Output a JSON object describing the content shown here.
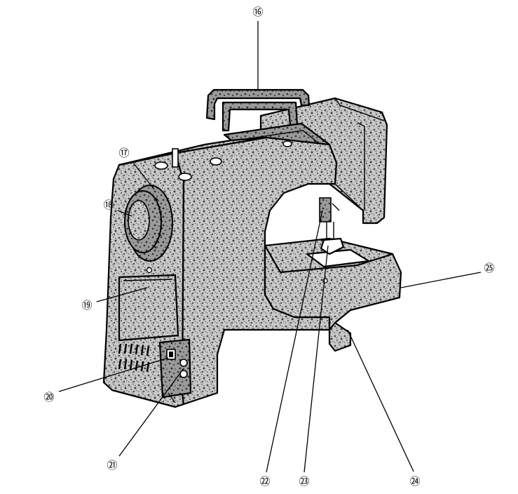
{
  "diagram": {
    "subject": "sewing-machine-rear-view",
    "colors": {
      "line": "#000000",
      "background": "#ffffff",
      "texture": "#5a5a5a"
    },
    "callouts": [
      {
        "id": "16",
        "label": "⑯"
      },
      {
        "id": "17",
        "label": "⑰"
      },
      {
        "id": "18",
        "label": "⑱"
      },
      {
        "id": "19",
        "label": "⑲"
      },
      {
        "id": "20",
        "label": "⑳"
      },
      {
        "id": "21",
        "label": "㉑"
      },
      {
        "id": "22",
        "label": "㉒"
      },
      {
        "id": "23",
        "label": "㉓"
      },
      {
        "id": "24",
        "label": "㉔"
      },
      {
        "id": "25",
        "label": "㉕"
      }
    ]
  }
}
